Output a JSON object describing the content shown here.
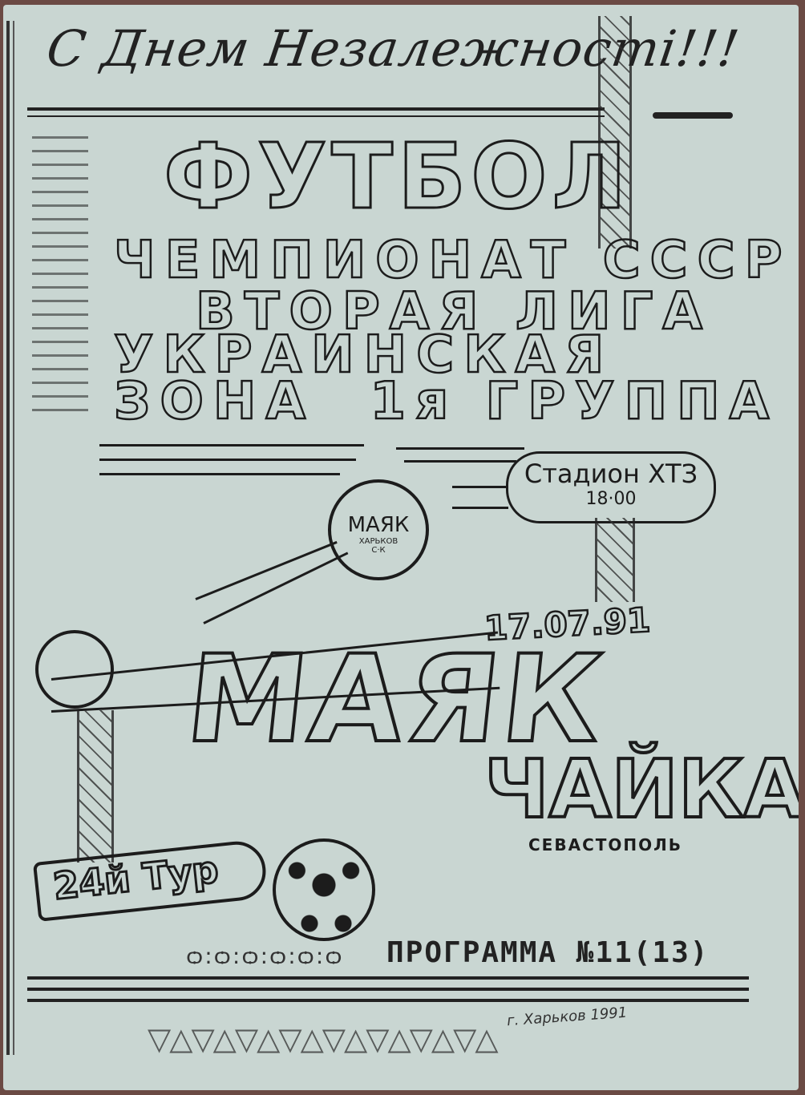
{
  "document": {
    "type": "football match programme",
    "greeting": "С Днем Незалежності!!!",
    "title": "ФУТБОЛ",
    "subtitle_lines": [
      "ЧЕМПИОНАТ СССР",
      "ВТОРАЯ ЛИГА",
      "УКРАИНСКАЯ",
      "ЗОНА  1я ГРУППА"
    ],
    "venue": {
      "stadium": "Стадион ХТЗ",
      "time": "18·00"
    },
    "emblem": {
      "name": "МАЯК",
      "sub": "ХАРЬКОВ",
      "bottom": "С·К"
    },
    "date": "17.07.91",
    "home_team": "МАЯК",
    "away_team": {
      "name": "ЧАЙКА",
      "city": "СЕВАСТОПОЛЬ"
    },
    "round": "24й Тур",
    "programme": "ПРОГРАММА №11(13)",
    "signature": "г. Харьков 1991",
    "ornament_row": "ѻ:ѻ:ѻ:ѻ:ѻ:ѻ",
    "triangle_row": "▽△▽△▽△▽△▽△▽△▽△▽△"
  }
}
